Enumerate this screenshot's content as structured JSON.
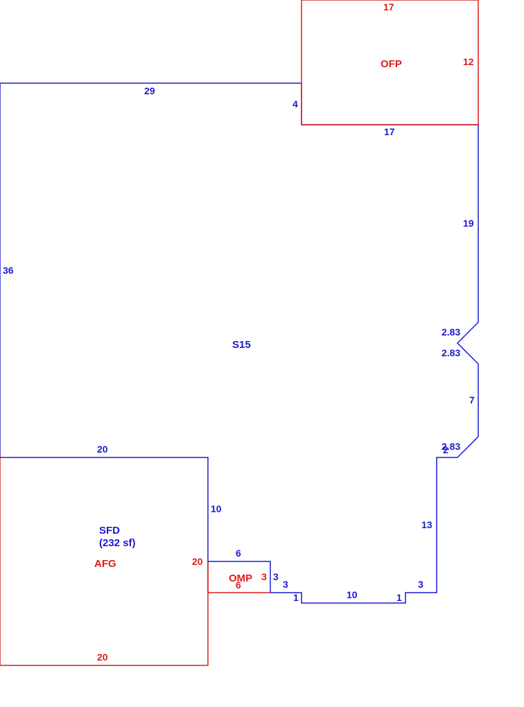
{
  "colors": {
    "living": "#1a1ad0",
    "accessory": "#e01b1b"
  },
  "areas": {
    "s15": {
      "name": "S15"
    },
    "sfd": {
      "name": "SFD",
      "area": "(232 sf)"
    },
    "afg": {
      "name": "AFG"
    },
    "ofp": {
      "name": "OFP"
    },
    "omp": {
      "name": "OMP"
    }
  },
  "dims": {
    "main_top": "29",
    "main_left": "36",
    "main_step": "4",
    "main_right_upper": "19",
    "bay_a": "2.83",
    "bay_b": "2.83",
    "main_right_mid": "7",
    "bay_c": "2.83",
    "notch_small": "2",
    "main_right_lower": "13",
    "bottom_step_right": "3",
    "bottom_notch_right": "1",
    "bottom_span": "10",
    "bottom_notch_left": "1",
    "bottom_step_left": "3",
    "omp_side_blue": "3",
    "omp_top": "6",
    "main_over_garage": "20",
    "garage_side_blue": "10",
    "ofp_top": "17",
    "ofp_right": "12",
    "ofp_bottom": "17",
    "afg_left_edge": "20",
    "afg_bottom": "20",
    "omp_side_red": "3",
    "omp_bottom": "6"
  }
}
